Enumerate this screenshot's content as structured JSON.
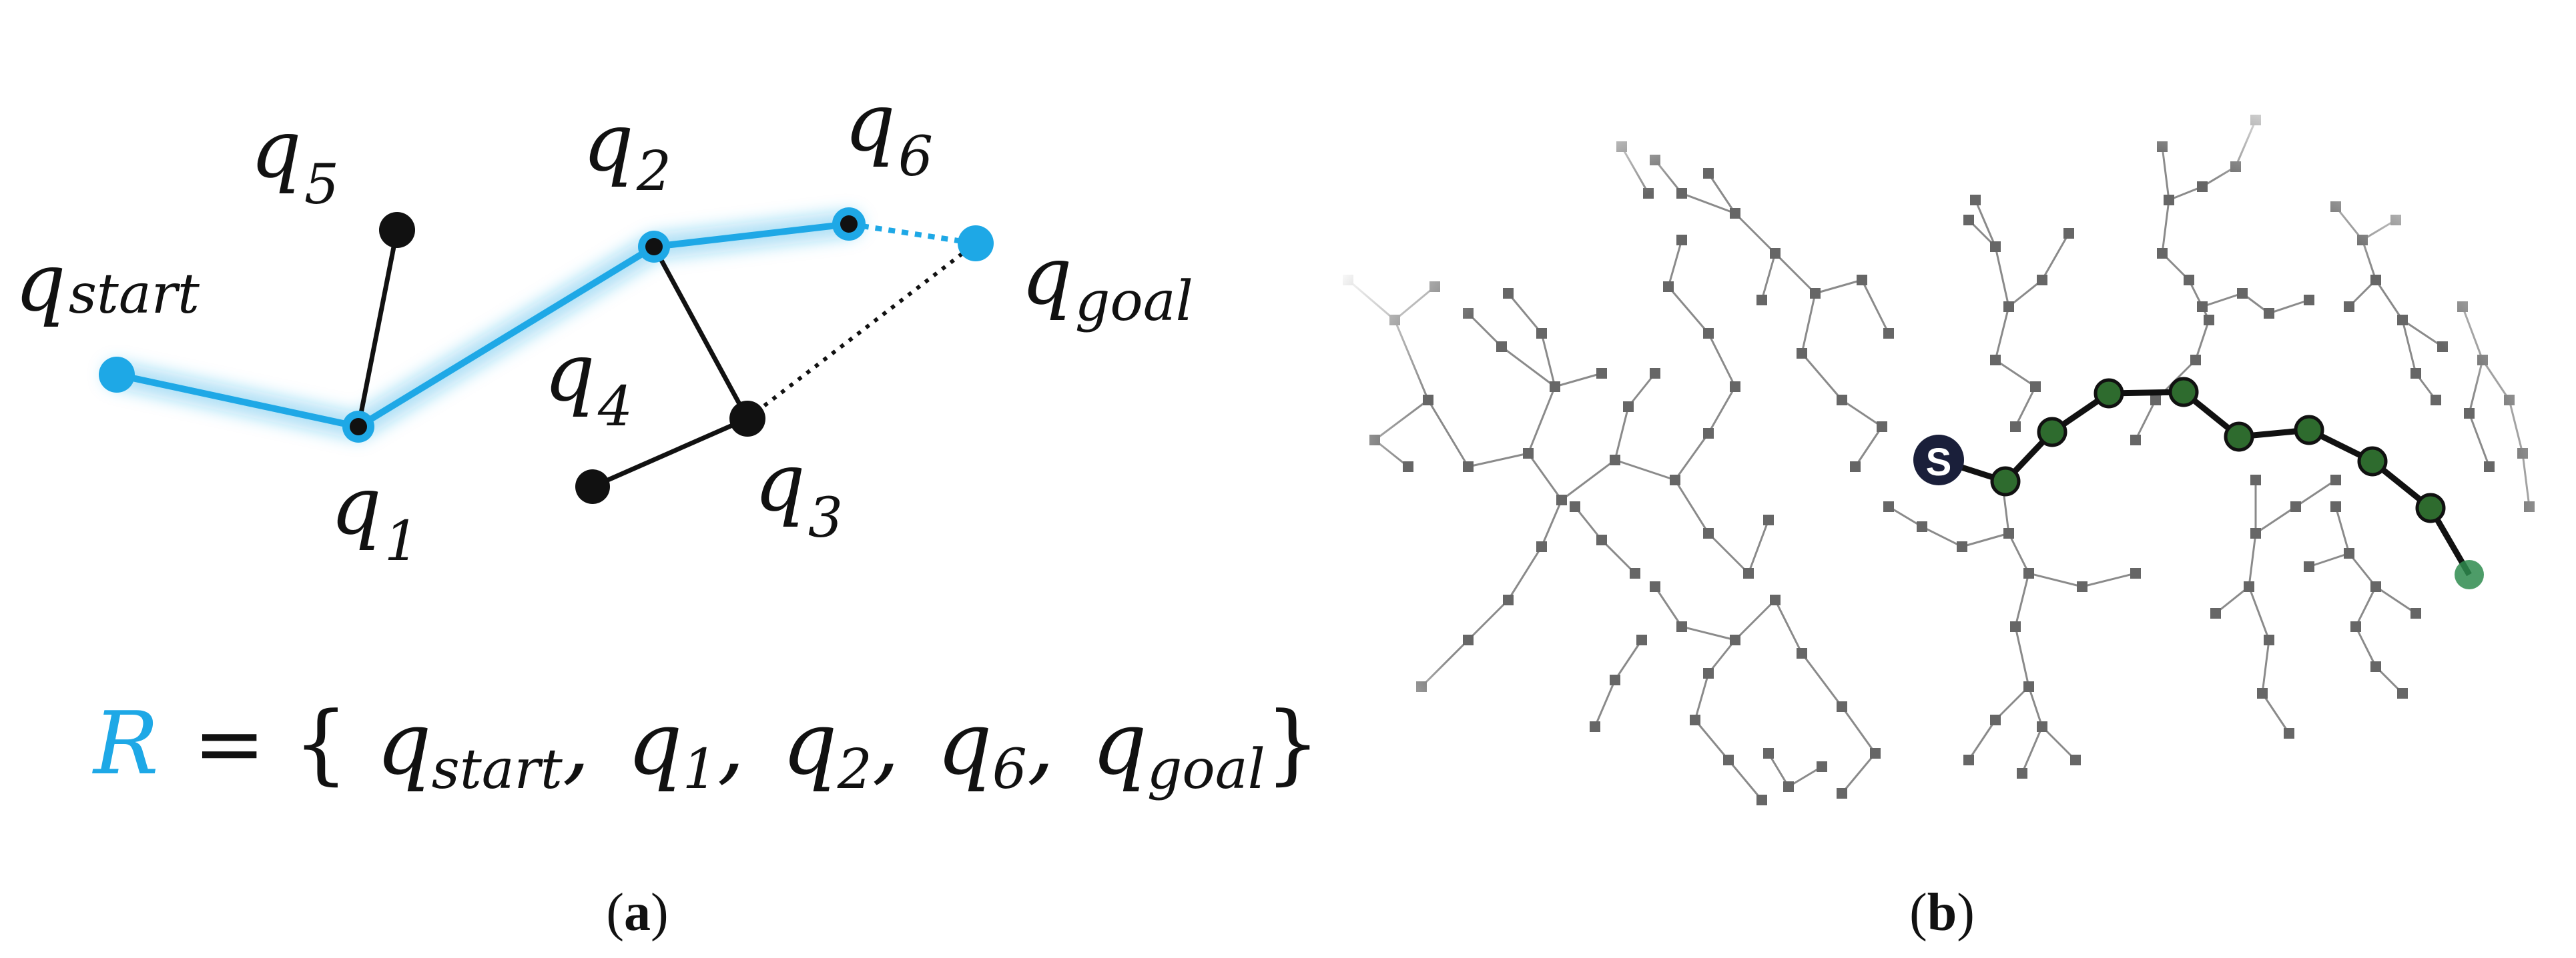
{
  "panel_a": {
    "nodes": [
      {
        "id": "qstart",
        "main": "q",
        "sub": "start",
        "on_path": true
      },
      {
        "id": "q1",
        "main": "q",
        "sub": "1",
        "on_path": true
      },
      {
        "id": "q2",
        "main": "q",
        "sub": "2",
        "on_path": true
      },
      {
        "id": "q3",
        "main": "q",
        "sub": "3",
        "on_path": false
      },
      {
        "id": "q4",
        "main": "q",
        "sub": "4",
        "on_path": false
      },
      {
        "id": "q5",
        "main": "q",
        "sub": "5",
        "on_path": false
      },
      {
        "id": "q6",
        "main": "q",
        "sub": "6",
        "on_path": true
      },
      {
        "id": "qgoal",
        "main": "q",
        "sub": "goal",
        "on_path": true
      }
    ],
    "edges": [
      {
        "from": "qstart",
        "to": "q1",
        "style": "path"
      },
      {
        "from": "q1",
        "to": "q2",
        "style": "path"
      },
      {
        "from": "q2",
        "to": "q6",
        "style": "path"
      },
      {
        "from": "q6",
        "to": "qgoal",
        "style": "path-dotted"
      },
      {
        "from": "q1",
        "to": "q5",
        "style": "tree"
      },
      {
        "from": "q2",
        "to": "q3",
        "style": "tree"
      },
      {
        "from": "q3",
        "to": "q4",
        "style": "tree"
      },
      {
        "from": "q3",
        "to": "qgoal",
        "style": "tree-dotted"
      }
    ],
    "formula": {
      "symbol": "R",
      "equals": "= {",
      "terms": [
        {
          "main": "q",
          "sub": "start"
        },
        {
          "main": "q",
          "sub": "1"
        },
        {
          "main": "q",
          "sub": "2"
        },
        {
          "main": "q",
          "sub": "6"
        },
        {
          "main": "q",
          "sub": "goal"
        }
      ],
      "separator": ",",
      "close": "}"
    },
    "caption": {
      "open": "(",
      "letter": "a",
      "close": ")"
    }
  },
  "panel_b": {
    "start_marker": "S",
    "caption": {
      "open": "(",
      "letter": "b",
      "close": ")"
    }
  },
  "colors": {
    "path_blue": "#1ea8e6",
    "node_black": "#111111",
    "tree_gray": "#7a7a7a",
    "path_green": "#2e6b2e"
  }
}
